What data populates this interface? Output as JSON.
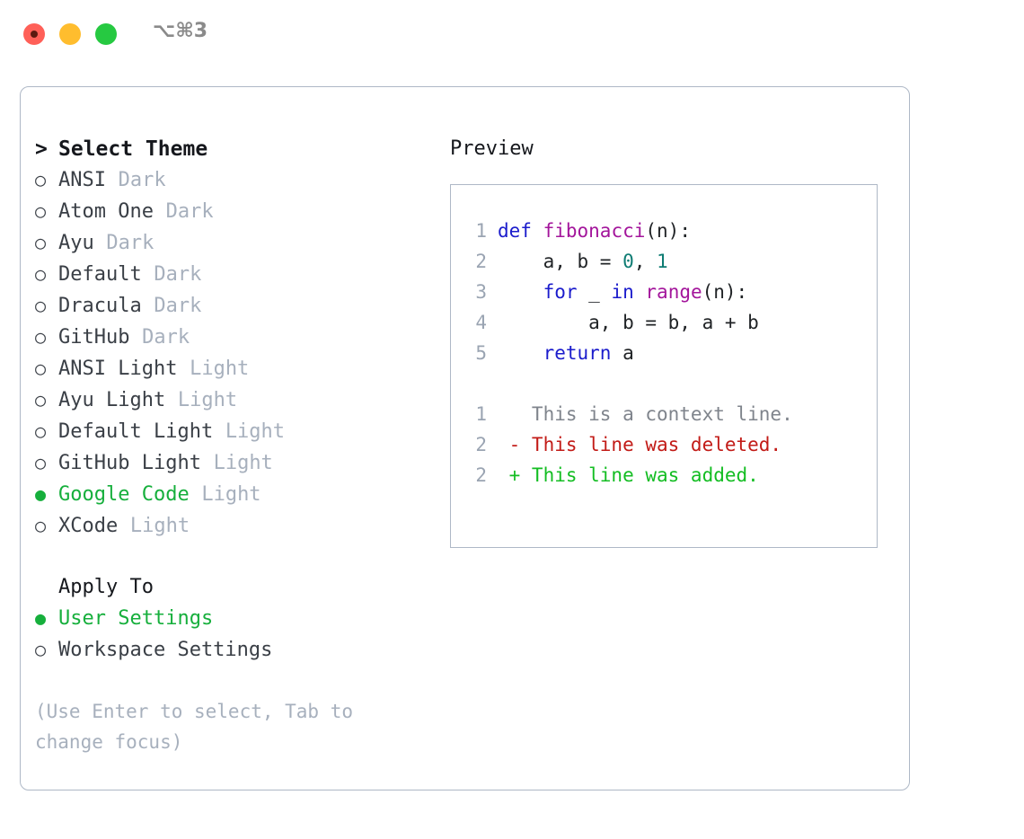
{
  "titlebar": {
    "shortcut": "⌥⌘3",
    "lights": [
      "close-red",
      "minimize-yellow",
      "zoom-green"
    ]
  },
  "theme_list": {
    "heading": "Select Theme",
    "caret": ">",
    "bullet_empty": "○",
    "bullet_filled": "●",
    "items": [
      {
        "name": "ANSI",
        "variant": "Dark",
        "selected": false
      },
      {
        "name": "Atom One",
        "variant": "Dark",
        "selected": false
      },
      {
        "name": "Ayu",
        "variant": "Dark",
        "selected": false
      },
      {
        "name": "Default",
        "variant": "Dark",
        "selected": false
      },
      {
        "name": "Dracula",
        "variant": "Dark",
        "selected": false
      },
      {
        "name": "GitHub",
        "variant": "Dark",
        "selected": false
      },
      {
        "name": "ANSI Light",
        "variant": "Light",
        "selected": false
      },
      {
        "name": "Ayu Light",
        "variant": "Light",
        "selected": false
      },
      {
        "name": "Default Light",
        "variant": "Light",
        "selected": false
      },
      {
        "name": "GitHub Light",
        "variant": "Light",
        "selected": false
      },
      {
        "name": "Google Code",
        "variant": "Light",
        "selected": true
      },
      {
        "name": "XCode",
        "variant": "Light",
        "selected": false
      }
    ]
  },
  "apply_to": {
    "heading": "Apply To",
    "items": [
      {
        "name": "User Settings",
        "selected": true
      },
      {
        "name": "Workspace Settings",
        "selected": false
      }
    ]
  },
  "hint": "(Use Enter to select, Tab to change focus)",
  "preview": {
    "label": "Preview",
    "code_lines": [
      {
        "no": "1",
        "tokens": [
          {
            "t": "def",
            "c": "kw"
          },
          {
            "t": " ",
            "c": "pl"
          },
          {
            "t": "fibonacci",
            "c": "fn"
          },
          {
            "t": "(n):",
            "c": "pl"
          }
        ]
      },
      {
        "no": "2",
        "tokens": [
          {
            "t": "    a, b = ",
            "c": "pl"
          },
          {
            "t": "0",
            "c": "num"
          },
          {
            "t": ", ",
            "c": "pl"
          },
          {
            "t": "1",
            "c": "num"
          }
        ]
      },
      {
        "no": "3",
        "tokens": [
          {
            "t": "    ",
            "c": "pl"
          },
          {
            "t": "for",
            "c": "kw"
          },
          {
            "t": " _ ",
            "c": "pl"
          },
          {
            "t": "in",
            "c": "kw"
          },
          {
            "t": " ",
            "c": "pl"
          },
          {
            "t": "range",
            "c": "fn"
          },
          {
            "t": "(n):",
            "c": "pl"
          }
        ]
      },
      {
        "no": "4",
        "tokens": [
          {
            "t": "        a, b = b, a + b",
            "c": "pl"
          }
        ]
      },
      {
        "no": "5",
        "tokens": [
          {
            "t": "    ",
            "c": "pl"
          },
          {
            "t": "return",
            "c": "kw"
          },
          {
            "t": " a",
            "c": "pl"
          }
        ]
      }
    ],
    "diff_lines": [
      {
        "no": "1",
        "marker": " ",
        "text": "This is a context line.",
        "kind": "context"
      },
      {
        "no": "2",
        "marker": "-",
        "text": "This line was deleted.",
        "kind": "deleted"
      },
      {
        "no": "2",
        "marker": "+",
        "text": "This line was added.",
        "kind": "added"
      }
    ]
  },
  "colors": {
    "accent_green": "#16af3c",
    "muted": "#a7b0bd",
    "border": "#aeb8c6",
    "keyword": "#1b1ccc",
    "function": "#a3159b",
    "number": "#0e7c73",
    "diff_added": "#13bd22",
    "diff_deleted": "#c21b17",
    "diff_context": "#7f848c"
  }
}
